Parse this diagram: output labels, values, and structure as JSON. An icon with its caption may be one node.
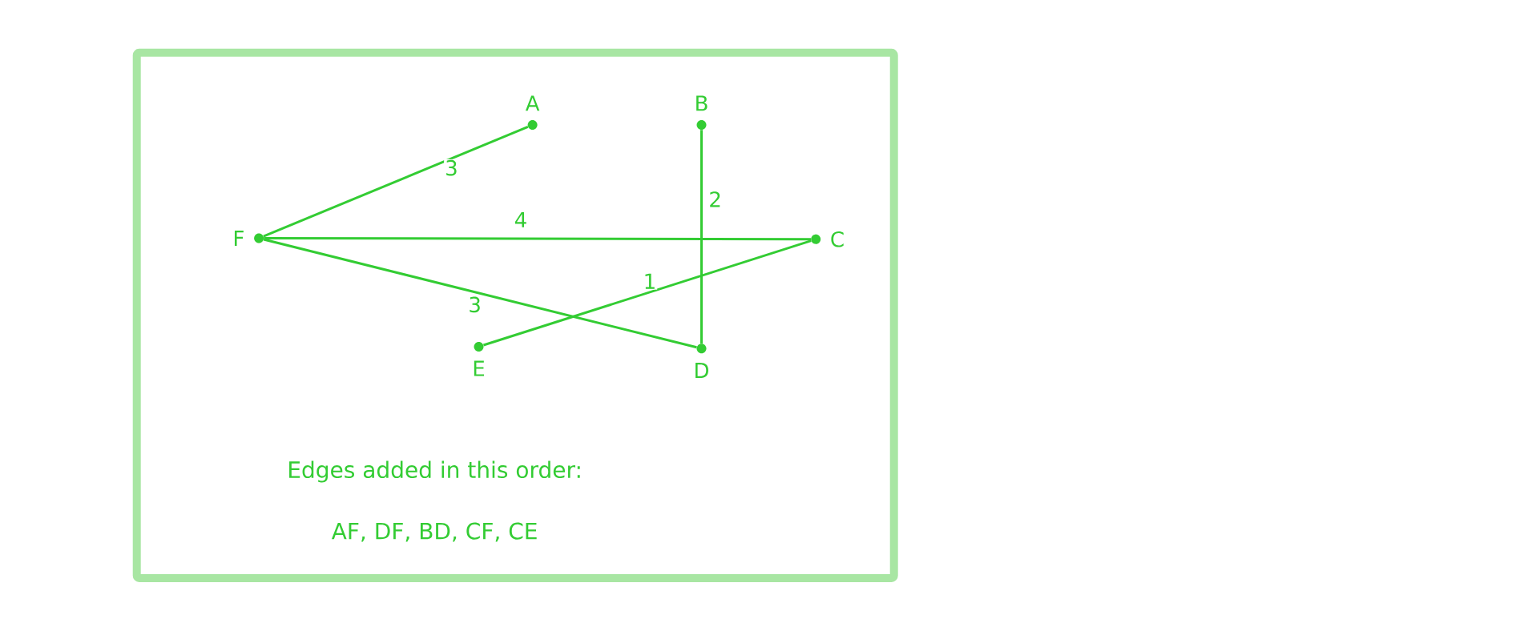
{
  "diagram": {
    "nodes": [
      {
        "text": [
          "A"
        ]
      },
      {
        "text": [
          "B"
        ]
      },
      {
        "text": [
          "F"
        ]
      },
      {
        "text": [
          "C"
        ]
      },
      {
        "text": [
          "E"
        ]
      },
      {
        "text": [
          "D"
        ]
      }
    ],
    "edges": [
      {
        "from": 0,
        "to": 2,
        "arrow": "none",
        "label": "3"
      },
      {
        "from": 5,
        "to": 2,
        "arrow": "none",
        "label": "3"
      },
      {
        "from": 1,
        "to": 5,
        "arrow": "none",
        "label": "2"
      },
      {
        "from": 3,
        "to": 2,
        "arrow": "none",
        "label": "4"
      },
      {
        "from": 3,
        "to": 4,
        "arrow": "none",
        "label": "1"
      }
    ],
    "labels": [
      "Edges added in this order:",
      "AF, DF, BD, CF, CE"
    ]
  }
}
